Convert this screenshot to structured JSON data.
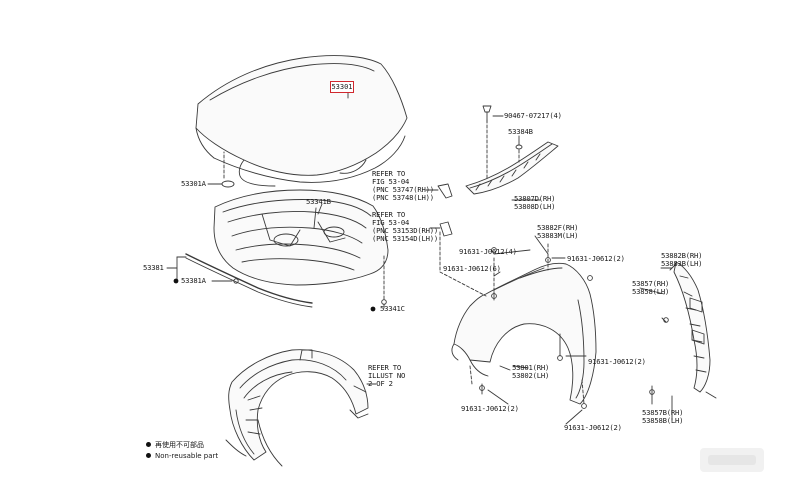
{
  "hood": {
    "part_no": "53301",
    "insulator_clip": "53301A"
  },
  "insulator": {
    "part_no": "53341B",
    "clip": "53341C"
  },
  "seal": {
    "part_no": "53381",
    "clip": "53381A"
  },
  "refer_a": {
    "line1": "REFER TO",
    "line2": "FIG 53-04",
    "line3": "(PNC 53747(RH))",
    "line4": "(PNC 53748(LH))"
  },
  "refer_b": {
    "line1": "REFER TO",
    "line2": "FIG 53-04",
    "line3": "(PNC 53153D(RH))",
    "line4": "(PNC 53154D(LH))"
  },
  "refer_c": {
    "line1": "REFER TO",
    "line2": "ILLUST NO",
    "line3": "2 OF 2"
  },
  "cover": {
    "screw": "90467-07217(4)",
    "clip": "53384B",
    "part_rh": "53807D(RH)",
    "part_lh": "53808D(LH)"
  },
  "fender": {
    "bracket_rh": "53882F(RH)",
    "bracket_lh": "53883M(LH)",
    "bolt_4": "91631-J0612(4)",
    "bolt_6": "91631-J0612(6)",
    "bolt_2a": "91631-J0612(2)",
    "part_rh": "53801(RH)",
    "part_lh": "53802(LH)",
    "bolt_2b": "91631-J0612(2)",
    "bolt_2c": "91631-J0612(2)",
    "bolt_2d": "91631-J0612(2)"
  },
  "side_panel": {
    "top_rh": "53882B(RH)",
    "top_lh": "53883B(LH)",
    "mid_rh": "53857(RH)",
    "mid_lh": "53858(LH)",
    "bot_rh": "53857B(RH)",
    "bot_lh": "53858B(LH)"
  },
  "legend": {
    "item1": "再使用不可部品",
    "item2": "Non-reusable part"
  }
}
